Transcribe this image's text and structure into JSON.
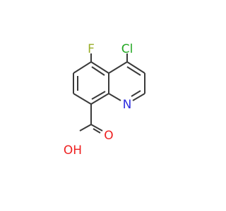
{
  "molecule": {
    "atoms": {
      "chlorine": "Cl",
      "fluorine": "F",
      "nitrogen": "N",
      "oxygen_carbonyl": "O",
      "hydroxyl": "OH"
    },
    "colors": {
      "bond": "#3a3a3a",
      "chlorine": "#22a822",
      "fluorine": "#9aae28",
      "nitrogen": "#2f2fe0",
      "oxygen": "#ee2020"
    }
  }
}
